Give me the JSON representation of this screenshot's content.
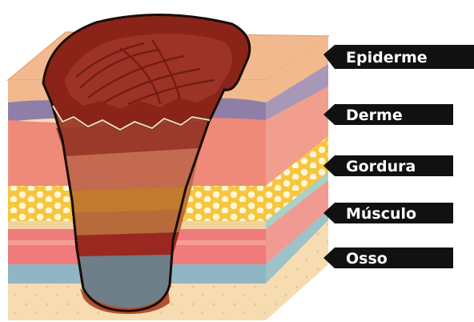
{
  "diagram": {
    "labels": [
      {
        "id": "epiderme",
        "text": "Epiderme"
      },
      {
        "id": "derme",
        "text": "Derme"
      },
      {
        "id": "gordura",
        "text": "Gordura"
      },
      {
        "id": "musculo",
        "text": "Músculo"
      },
      {
        "id": "osso",
        "text": "Osso"
      }
    ],
    "colors": {
      "epidermis": "#f3b98e",
      "dermis": "#f08a78",
      "dermis_band": "#8f7fa8",
      "fat": "#f6c63e",
      "fat_dot": "#fff6d8",
      "muscle": "#ef7b7b",
      "fascia": "#8fb6c2",
      "bone": "#f6dcb0",
      "wound_dark": "#8a2418",
      "wound_mid": "#b85540",
      "label_bg": "#111111"
    }
  }
}
